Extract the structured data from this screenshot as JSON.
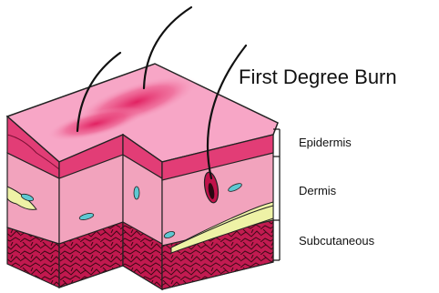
{
  "diagram": {
    "title": "First Degree Burn",
    "layers": {
      "epidermis": "Epidermis",
      "dermis": "Dermis",
      "subcutaneous": "Subcutaneous"
    },
    "colors": {
      "top_surface": "#f7a6c6",
      "burn_redness": "#e8336e",
      "epidermis": "#e23d76",
      "dermis": "#f2a3bd",
      "fat": "#eef2a6",
      "subcutaneous": "#b8144b",
      "outline": "#222222"
    }
  }
}
